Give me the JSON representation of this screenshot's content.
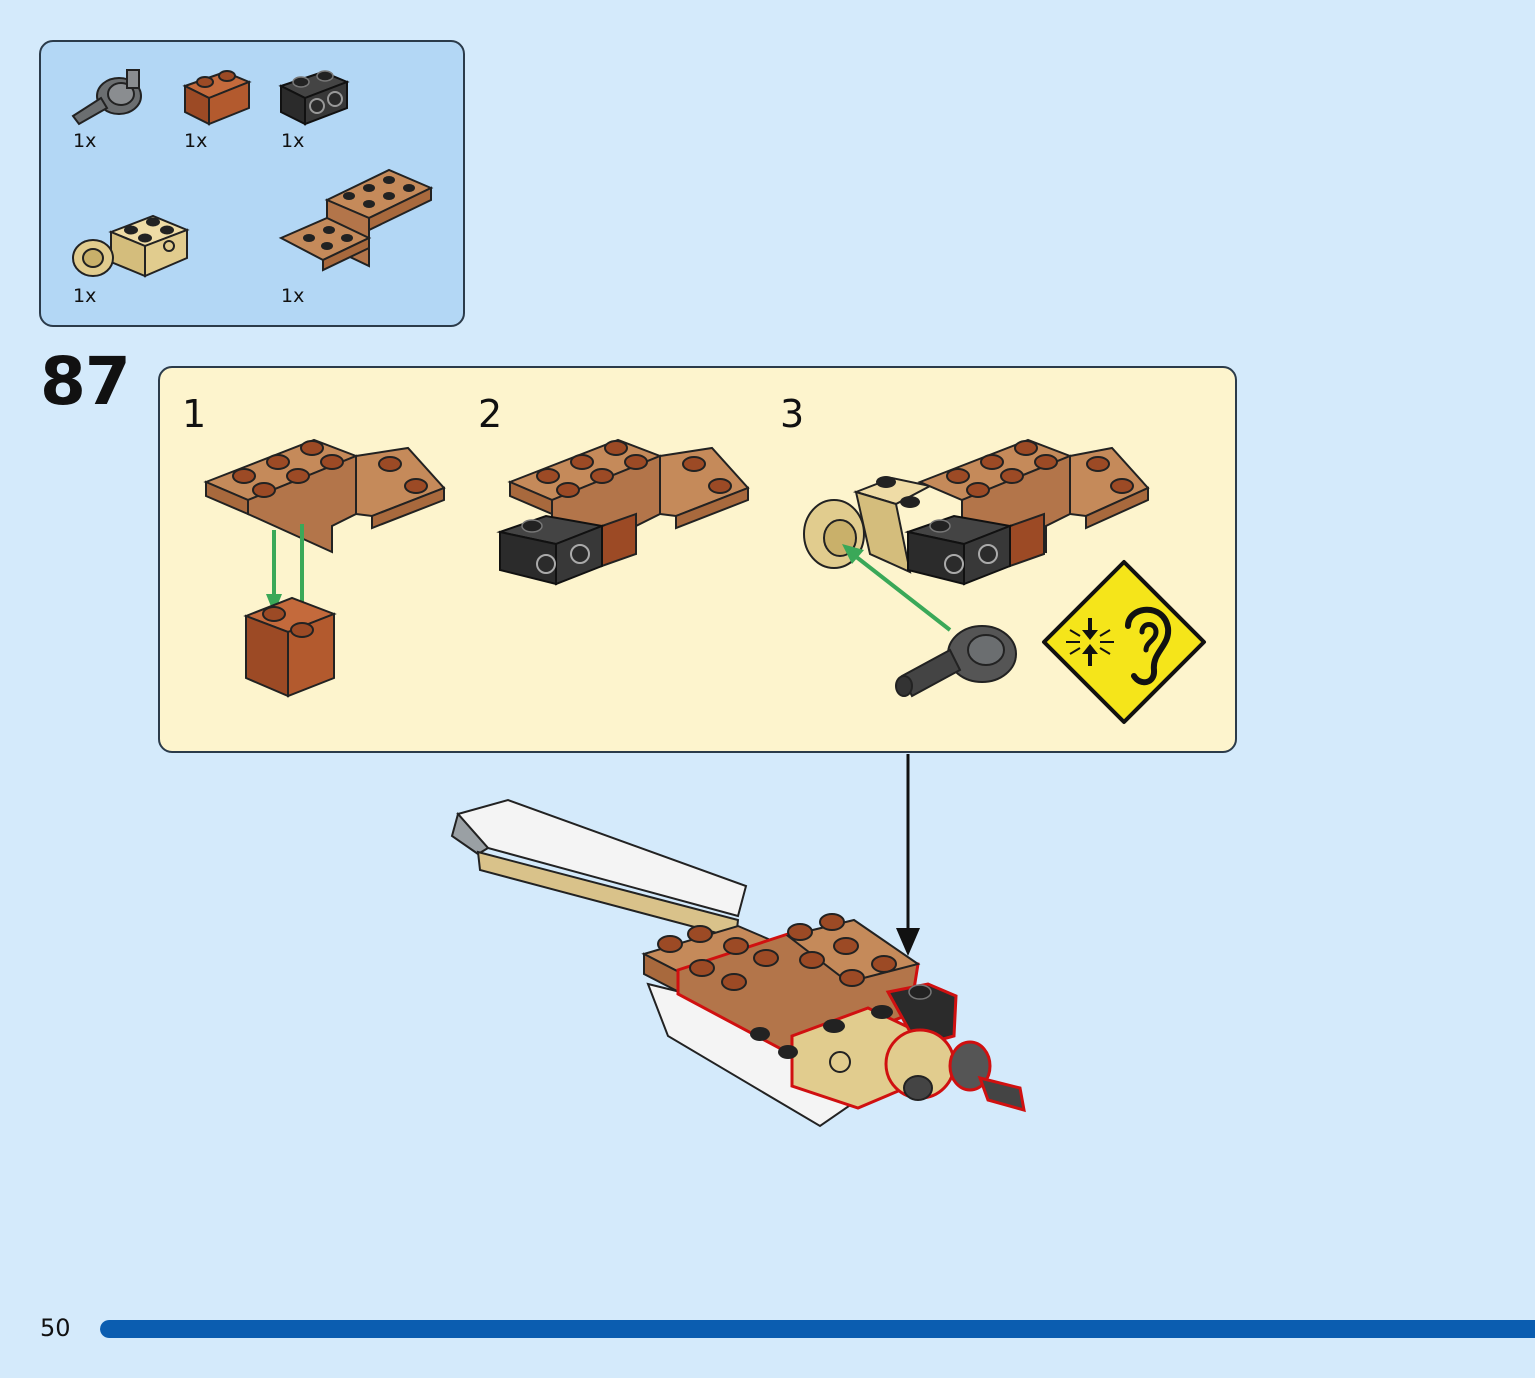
{
  "parts_list": {
    "items": [
      {
        "name": "dark-gray-ball-joint-connector",
        "qty": "1x"
      },
      {
        "name": "reddish-brown-brick-1x2",
        "qty": "1x"
      },
      {
        "name": "black-brick-1x2-with-studs-on-side",
        "qty": "1x"
      },
      {
        "name": "tan-brick-2x2-with-ball-socket",
        "qty": "1x"
      },
      {
        "name": "medium-nougat-bracket-plate",
        "qty": "1x"
      }
    ]
  },
  "step": {
    "number": "87",
    "substeps": [
      "1",
      "2",
      "3"
    ],
    "callout": {
      "icon": "click-sound-ear-icon"
    }
  },
  "footer": {
    "page_number": "50",
    "progress": 1.0
  },
  "colors": {
    "background": "#d4eafb",
    "parts_box": "#b3d7f5",
    "substeps_box": "#fdf4cd",
    "medium_nougat": "#b3754a",
    "reddish_brown": "#9c4a25",
    "tan": "#e1cc8e",
    "black": "#2b2b2b",
    "arrow_green": "#3aa858",
    "highlight_red": "#d01010",
    "progress_blue": "#0b5db0"
  }
}
